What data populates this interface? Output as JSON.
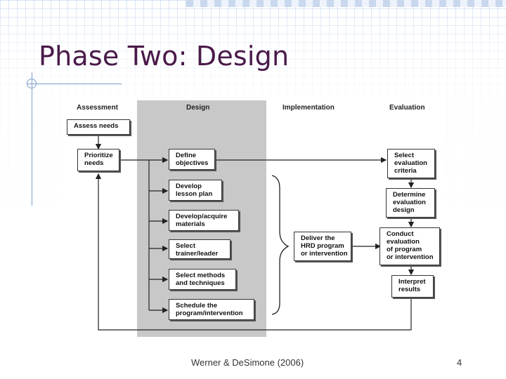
{
  "slide": {
    "title": "Phase Two: Design",
    "footer": "Werner & DeSimone (2006)",
    "page_number": "4"
  },
  "diagram": {
    "columns": {
      "assessment": "Assessment",
      "design": "Design",
      "implementation": "Implementation",
      "evaluation": "Evaluation"
    },
    "assessment": {
      "assess_needs": "Assess needs",
      "prioritize_needs": "Prioritize\nneeds"
    },
    "design": {
      "define_objectives": "Define\nobjectives",
      "develop_lesson_plan": "Develop\nlesson plan",
      "develop_materials": "Develop/acquire\nmaterials",
      "select_trainer": "Select\ntrainer/leader",
      "select_methods": "Select methods\nand techniques",
      "schedule_program": "Schedule the\nprogram/intervention"
    },
    "implementation": {
      "deliver_program": "Deliver the\nHRD program\nor intervention"
    },
    "evaluation": {
      "select_criteria": "Select\nevaluation\ncriteria",
      "determine_design": "Determine\nevaluation\ndesign",
      "conduct_evaluation": "Conduct\nevaluation\nof program\nor intervention",
      "interpret_results": "Interpret\nresults"
    }
  },
  "colors": {
    "title": "#4a1a4a",
    "design_band": "#c8c8c8",
    "grid": "#d6e2f2"
  }
}
